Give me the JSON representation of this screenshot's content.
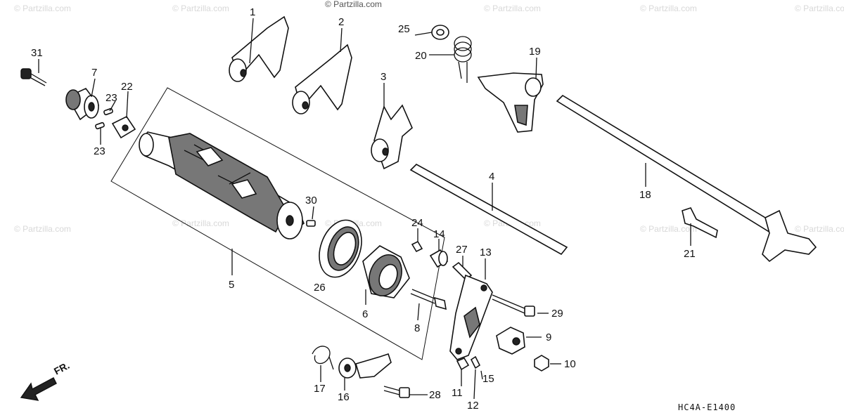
{
  "diagram": {
    "watermarks": [
      "© Partzilla.com",
      "© Partzilla.com",
      "© Partzilla.com",
      "© Partzilla.com",
      "© Partzilla.com",
      "© Partzilla.com",
      "© Partzilla.com",
      "© Partzilla.com",
      "© Partzilla.com",
      "© Partzilla.com",
      "© Partzilla.com",
      "© Partzilla.com"
    ],
    "callouts": [
      "1",
      "2",
      "3",
      "4",
      "5",
      "6",
      "7",
      "8",
      "9",
      "10",
      "11",
      "12",
      "13",
      "14",
      "15",
      "16",
      "17",
      "18",
      "19",
      "20",
      "21",
      "22",
      "23",
      "23",
      "24",
      "25",
      "26",
      "27",
      "28",
      "29",
      "30",
      "31"
    ],
    "direction_label": "FR.",
    "diagram_code": "HC4A-E1400",
    "colors": {
      "line": "#111111",
      "background": "#ffffff",
      "watermark": "#d8d8d8"
    }
  }
}
